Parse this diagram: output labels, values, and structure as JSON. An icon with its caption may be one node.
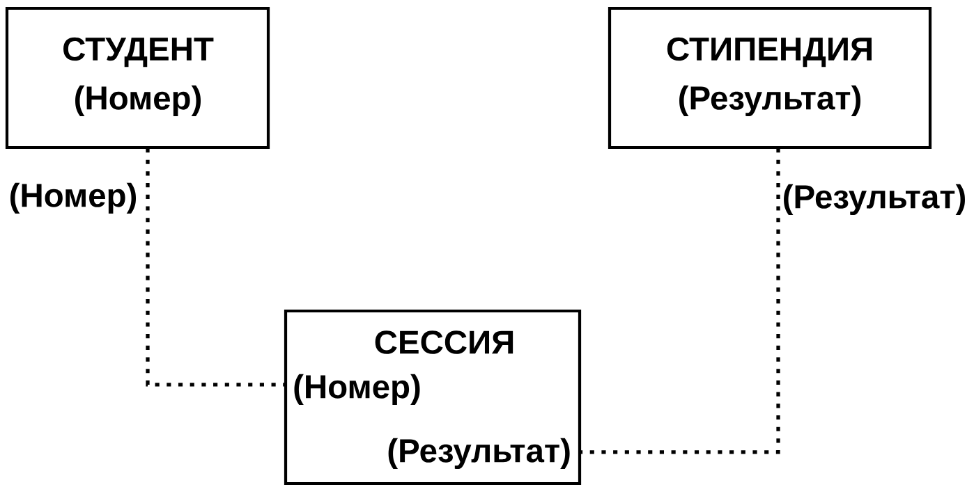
{
  "diagram": {
    "nodes": [
      {
        "text": [
          "СТУДЕНТ",
          "(Номер)"
        ]
      },
      {
        "text": [
          "СТИПЕНДИЯ",
          "(Результат)"
        ]
      },
      {
        "text": [
          "СЕССИЯ",
          "(Номер)",
          "(Результат)"
        ]
      }
    ],
    "edges": [
      {
        "from": 0,
        "to": 2,
        "arrow": "none",
        "style": "dashed",
        "label": "(Номер)"
      },
      {
        "from": 1,
        "to": 2,
        "arrow": "none",
        "style": "dashed",
        "label": "(Результат)"
      }
    ]
  }
}
